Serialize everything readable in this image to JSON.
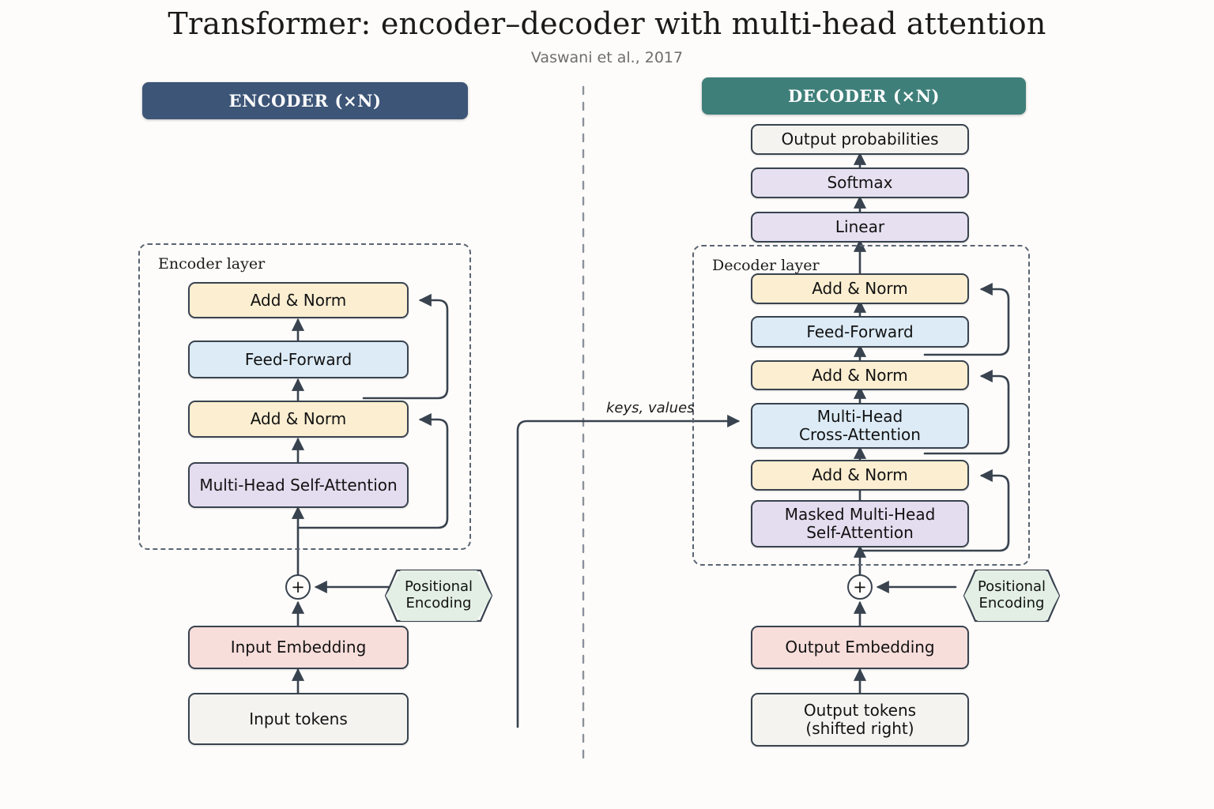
{
  "header": {
    "title": "Transformer: encoder–decoder with multi-head attention",
    "subtitle": "Vaswani et al., 2017"
  },
  "banners": {
    "encoder": {
      "label": "ENCODER (×N)",
      "color": "#3d5577"
    },
    "decoder": {
      "label": "DECODER (×N)",
      "color": "#3f7f7a"
    }
  },
  "encoder": {
    "layer_caption": "Encoder layer",
    "nodes": {
      "add_norm_2": "Add & Norm",
      "feed_forward": "Feed-Forward",
      "add_norm_1": "Add & Norm",
      "self_attention": "Multi-Head Self-Attention",
      "plus": "+",
      "positional_encoding": "Positional\nEncoding",
      "positional_encoding_line1": "Positional",
      "positional_encoding_line2": "Encoding",
      "input_embedding": "Input Embedding",
      "input_tokens": "Input tokens"
    }
  },
  "decoder": {
    "layer_caption": "Decoder layer",
    "nodes": {
      "output_probabilities": "Output probabilities",
      "softmax": "Softmax",
      "linear": "Linear",
      "add_norm_3": "Add & Norm",
      "feed_forward": "Feed-Forward",
      "add_norm_2": "Add & Norm",
      "cross_attention_line1": "Multi-Head",
      "cross_attention_line2": "Cross-Attention",
      "add_norm_1": "Add & Norm",
      "masked_attention_line1": "Masked Multi-Head",
      "masked_attention_line2": "Self-Attention",
      "plus": "+",
      "positional_encoding_line1": "Positional",
      "positional_encoding_line2": "Encoding",
      "output_embedding": "Output Embedding",
      "output_tokens_line1": "Output tokens",
      "output_tokens_line2": "(shifted right)"
    }
  },
  "connectors": {
    "keys_values_label": "keys, values"
  },
  "colors": {
    "background": "#fdfcfa",
    "stroke": "#39434f",
    "add_norm_fill": "#fbeed1",
    "feed_forward_fill": "#dcebf6",
    "attention_fill": "#e4dcef",
    "embedding_fill": "#f8dedb",
    "plain_fill": "#f4f3ef",
    "linear_fill": "#e6e0f0",
    "positional_fill": "#e3efe4",
    "encoder_banner": "#3d5577",
    "decoder_banner": "#3f7f7a"
  }
}
